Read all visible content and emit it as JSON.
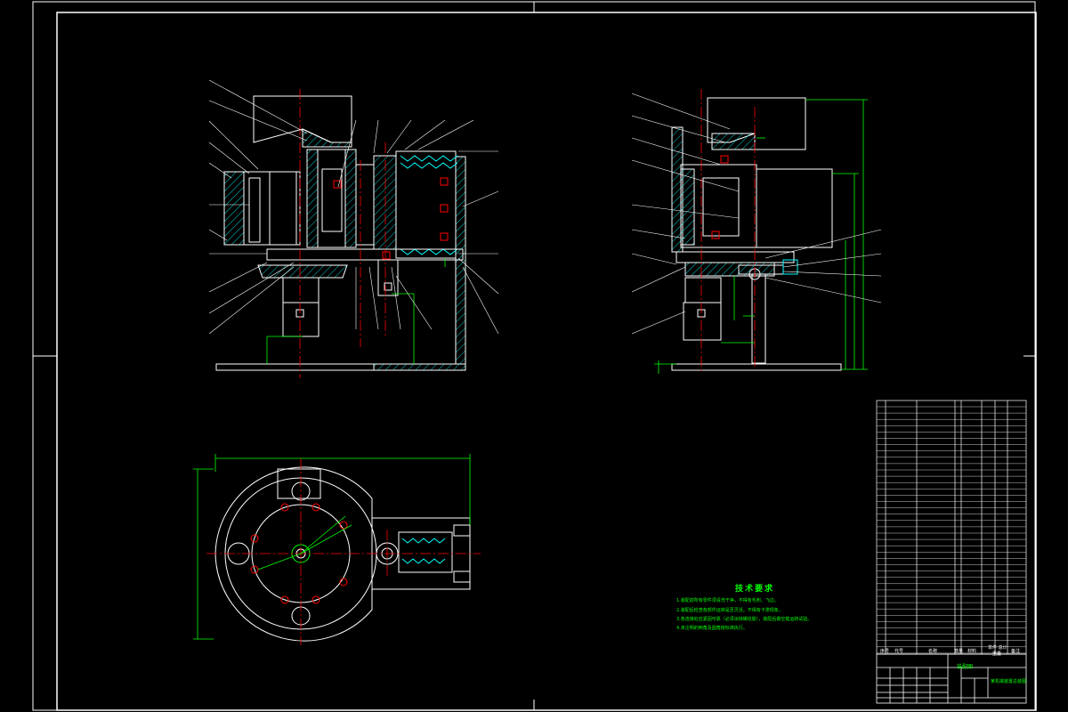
{
  "drawing": {
    "tech_requirements": {
      "title": "技术要求",
      "lines": [
        "1.装配前所有零件须清洗干净，不得有毛刺、飞边。",
        "2.装配后检查各部件运转是否灵活，不得有卡滞现象。",
        "3.各连接处应紧固可靠（必须涂抹螺纹胶），装配后做空载运转试验。",
        "4.未注明的倒角及圆角按标准执行。"
      ]
    },
    "title_block": {
      "headers": [
        "序号",
        "代号",
        "名称",
        "数量",
        "材料",
        "单件 总计",
        "重量",
        "备注"
      ],
      "drawing_name": "装配图",
      "project_name": "某机械装置总装图"
    },
    "colors": {
      "background": "#000000",
      "outline": "#ffffff",
      "dimension": "#00ff00",
      "hatch": "#00ffff",
      "centerline": "#ff0000",
      "leader": "#ffffff",
      "accent": "#ffff00"
    }
  }
}
